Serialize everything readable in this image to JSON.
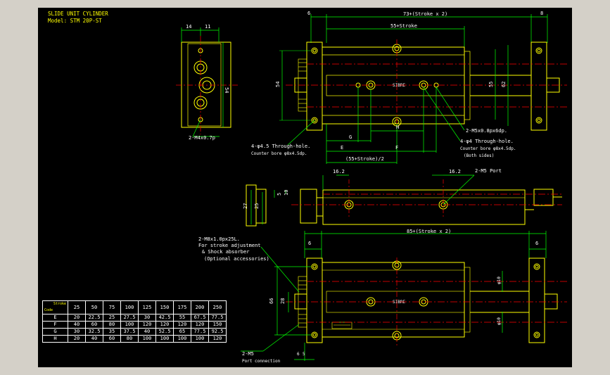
{
  "title": {
    "line1": "SLIDE UNIT CYLINDER",
    "line2": "Model: STM 20P-ST"
  },
  "side_view": {
    "dim_top_left": "14",
    "dim_top_right": "11",
    "dim_height": "54",
    "callout": "2-M4x0.7p"
  },
  "top_view": {
    "dim_left": "6",
    "dim_overall": "73+(Stroke x 2)",
    "dim_right": "8",
    "dim_inner": "55+Stroke",
    "dim_height_left": "54",
    "dim_height_right_a": "55",
    "dim_height_right_b": "62",
    "brand_label": "SIBRE",
    "dim_g": "G",
    "dim_h": "H",
    "dim_e": "E",
    "dim_f": "F",
    "dim_half": "(55+Stroke)/2",
    "callout_m5": "2-M5x0.8px6dp.",
    "callout_through_a1": "4-φ4 Through-hole.",
    "callout_through_a2": "Counter bore φ8x4.5dp.",
    "callout_through_a3": "(Both sides)",
    "callout_through_b1": "4-φ4.5 Through-hole.",
    "callout_through_b2": "Counter bore φ8x4.5dp."
  },
  "front_view": {
    "dim_16_left": "16.2",
    "dim_16_right": "16.2",
    "callout_port": "2-M5 Port",
    "dim_27": "27",
    "dim_25": "25",
    "dim_5": "5",
    "dim_10": "10"
  },
  "bottom_view": {
    "dim_left": "6",
    "dim_overall": "85+(Stroke x 2)",
    "dim_right": "6",
    "dim_66": "66",
    "dim_28": "28",
    "dim_phi10a": "φ10",
    "dim_phi10b": "φ10",
    "brand_label": "SIBRE",
    "callout_adj1": "2-M8x1.0px25L.",
    "callout_adj2": "For stroke adjustment",
    "callout_adj3": "& Shock absorber",
    "callout_adj4": "(Optional accessories)",
    "callout_port1": "2-M5",
    "callout_port2": "Port connection",
    "dim_6": "6",
    "dim_5": "5"
  },
  "table": {
    "corner_top": "Stroke",
    "corner_bottom": "Code",
    "strokes": [
      "25",
      "50",
      "75",
      "100",
      "125",
      "150",
      "175",
      "200",
      "250"
    ],
    "rows": [
      {
        "code": "E",
        "values": [
          "20",
          "22.5",
          "25",
          "27.5",
          "30",
          "42.5",
          "55",
          "67.5",
          "77.5"
        ]
      },
      {
        "code": "F",
        "values": [
          "40",
          "60",
          "80",
          "100",
          "120",
          "120",
          "120",
          "120",
          "150"
        ]
      },
      {
        "code": "G",
        "values": [
          "30",
          "32.5",
          "35",
          "37.5",
          "40",
          "52.5",
          "65",
          "77.5",
          "92.5"
        ]
      },
      {
        "code": "H",
        "values": [
          "20",
          "40",
          "60",
          "80",
          "100",
          "100",
          "100",
          "100",
          "120"
        ]
      }
    ]
  },
  "colors": {
    "background": "#000000",
    "outline": "#ffff00",
    "dimension": "#00ff00",
    "centerline": "#ff0000",
    "text": "#ffffff",
    "frame": "#d4d0c8"
  }
}
